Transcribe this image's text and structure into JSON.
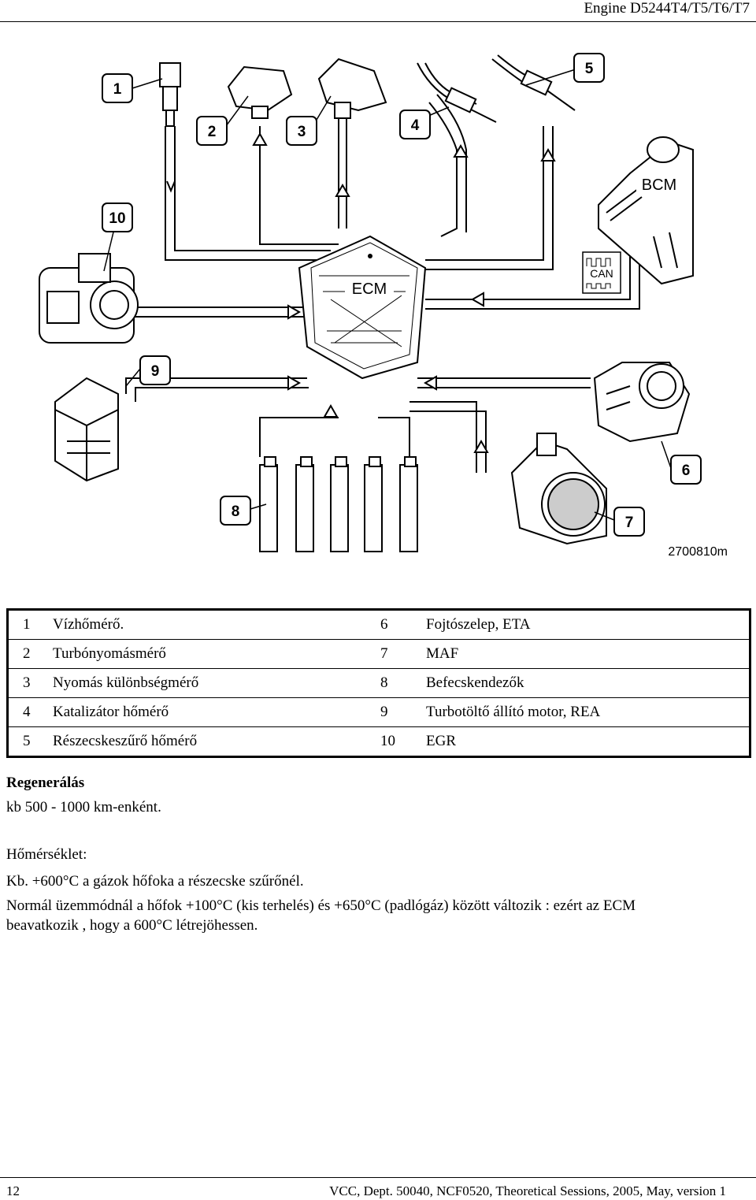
{
  "header": {
    "title": "Engine D5244T4/T5/T6/T7"
  },
  "diagram": {
    "callouts": [
      "1",
      "2",
      "3",
      "4",
      "5",
      "6",
      "7",
      "8",
      "9",
      "10"
    ],
    "ecm_label": "ECM",
    "bcm_label": "BCM",
    "can_label": "CAN",
    "figure_id": "2700810m"
  },
  "legend": [
    {
      "n1": "1",
      "t1": "Vízhőmérő.",
      "n2": "6",
      "t2": "Fojtószelep, ETA"
    },
    {
      "n1": "2",
      "t1": "Turbónyomásmérő",
      "n2": "7",
      "t2": "MAF"
    },
    {
      "n1": "3",
      "t1": "Nyomás különbségmérő",
      "n2": "8",
      "t2": "Befecskendezők"
    },
    {
      "n1": "4",
      "t1": "Katalizátor hőmérő",
      "n2": "9",
      "t2": "Turbotöltő állító motor, REA"
    },
    {
      "n1": "5",
      "t1": "Részecskeszűrő hőmérő",
      "n2": "10",
      "t2": "EGR"
    }
  ],
  "body": {
    "regen_title": "Regenerálás",
    "regen_text": "kb 500 - 1000 km-enként.",
    "temp_title": "Hőmérséklet:",
    "temp_text": "Kb. +600°C a gázok hőfoka a részecske szűrőnél.",
    "normal_text_1": "Normál üzemmódnál a hőfok +100°C (kis terhelés)  és +650°C (padlógáz) között változik : ezért az ECM",
    "normal_text_2": "beavatkozik , hogy a  600°C létrejöhessen."
  },
  "footer": {
    "page": "12",
    "source": "VCC, Dept. 50040, NCF0520, Theoretical Sessions, 2005, May, version 1"
  }
}
